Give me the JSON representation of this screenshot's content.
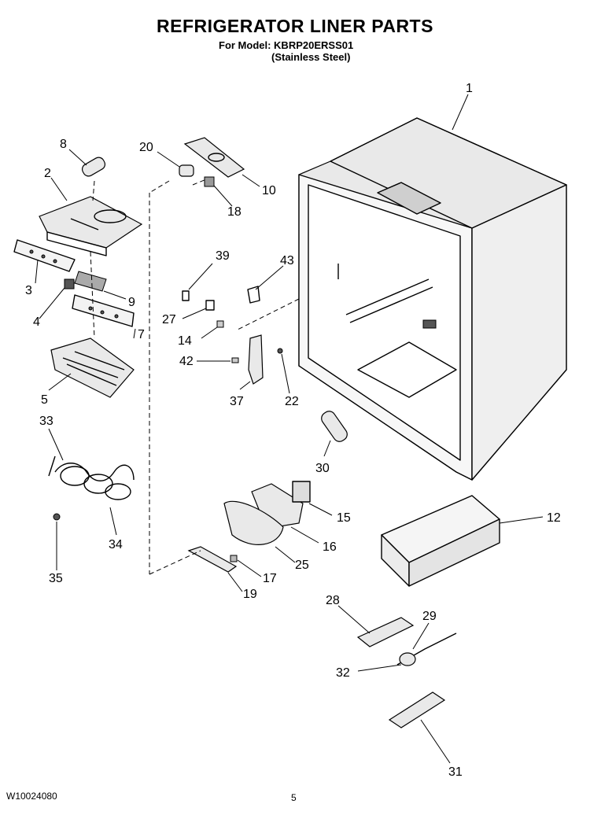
{
  "header": {
    "title": "REFRIGERATOR LINER PARTS",
    "model_line": "For Model: KBRP20ERSS01",
    "finish_line": "(Stainless Steel)"
  },
  "footer": {
    "doc_number": "W10024080",
    "page_number": "5"
  },
  "callouts": [
    "1",
    "8",
    "20",
    "10",
    "2",
    "18",
    "39",
    "43",
    "3",
    "9",
    "27",
    "4",
    "14",
    "7",
    "42",
    "37",
    "22",
    "5",
    "30",
    "33",
    "15",
    "12",
    "16",
    "34",
    "35",
    "25",
    "17",
    "19",
    "28",
    "29",
    "32",
    "31"
  ]
}
